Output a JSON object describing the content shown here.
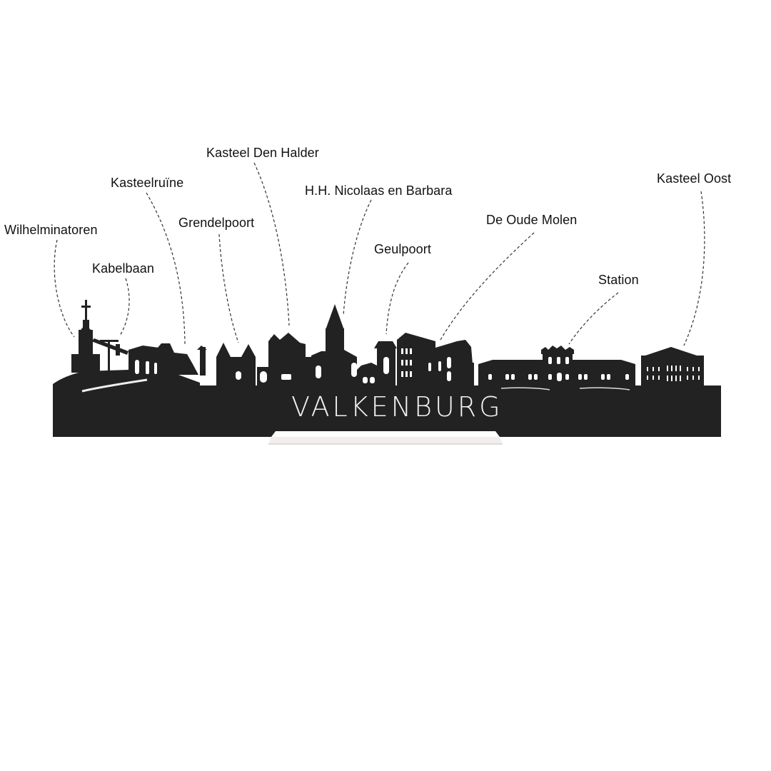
{
  "product": {
    "city_name": "VALKENBURG",
    "colors": {
      "silhouette": "#222222",
      "background": "#ffffff",
      "stand": "#f3eeee",
      "text": "#111111"
    }
  },
  "landmarks": [
    {
      "label": "Wilhelminatoren"
    },
    {
      "label": "Kabelbaan"
    },
    {
      "label": "Kasteelruïne"
    },
    {
      "label": "Grendelpoort"
    },
    {
      "label": "Kasteel Den Halder"
    },
    {
      "label": "H.H. Nicolaas en Barbara"
    },
    {
      "label": "Geulpoort"
    },
    {
      "label": "De Oude Molen"
    },
    {
      "label": "Station"
    },
    {
      "label": "Kasteel Oost"
    }
  ]
}
